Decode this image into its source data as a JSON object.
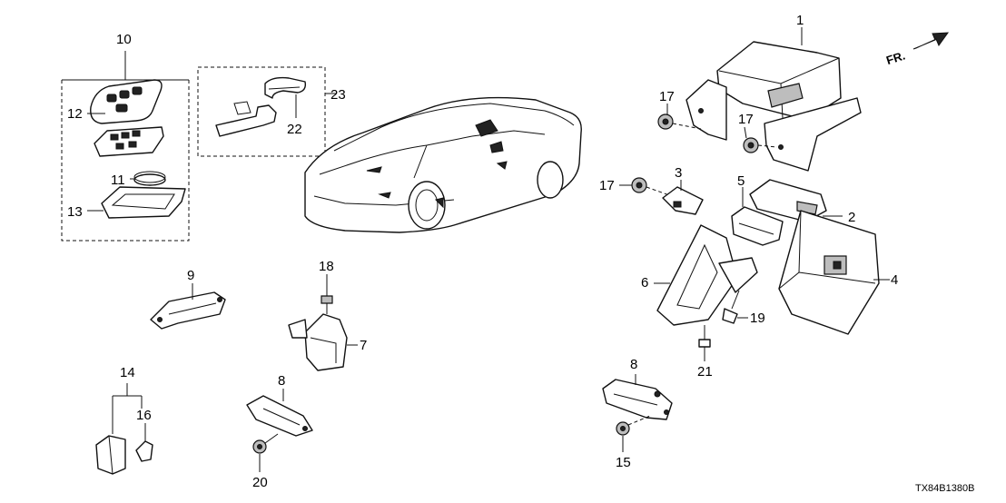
{
  "diagram_code": "TX84B1380B",
  "direction_marker": "FR.",
  "callouts": {
    "n1": "1",
    "n2": "2",
    "n3": "3",
    "n4": "4",
    "n5": "5",
    "n6": "6",
    "n7": "7",
    "n8a": "8",
    "n8b": "8",
    "n9": "9",
    "n10": "10",
    "n11": "11",
    "n12": "12",
    "n13": "13",
    "n14": "14",
    "n15": "15",
    "n16": "16",
    "n17a": "17",
    "n17b": "17",
    "n17c": "17",
    "n18": "18",
    "n19": "19",
    "n20": "20",
    "n21": "21",
    "n22": "22",
    "n23": "23"
  }
}
